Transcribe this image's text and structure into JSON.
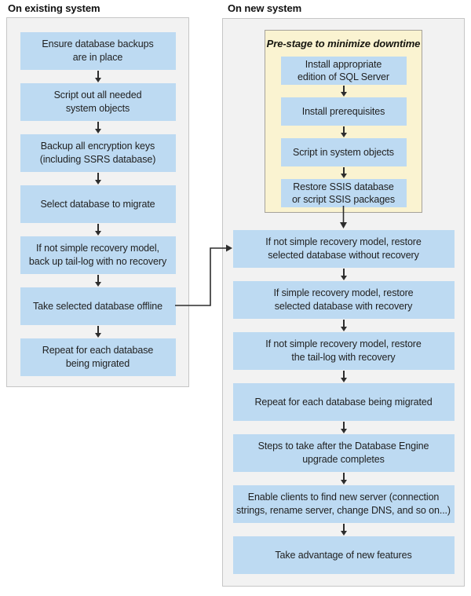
{
  "existing_system": {
    "title": "On existing system",
    "steps": [
      {
        "line1": "Ensure database backups",
        "line2": "are in place"
      },
      {
        "line1": "Script out all needed",
        "line2": "system objects"
      },
      {
        "line1": "Backup all encryption keys",
        "line2": "(including SSRS database)"
      },
      {
        "line1": "Select database to migrate"
      },
      {
        "line1": "If not simple recovery model,",
        "line2": "back up tail-log with no recovery"
      },
      {
        "line1": "Take selected database offline"
      },
      {
        "line1": "Repeat for each database",
        "line2": "being migrated"
      }
    ]
  },
  "new_system": {
    "title": "On new system",
    "prestage": {
      "title": "Pre-stage to minimize downtime",
      "steps": [
        {
          "line1": "Install appropriate",
          "line2": "edition of SQL Server"
        },
        {
          "line1": "Install prerequisites"
        },
        {
          "line1": "Script in system objects"
        },
        {
          "line1": "Restore SSIS database",
          "line2": "or script SSIS packages"
        }
      ]
    },
    "steps": [
      {
        "line1": "If not simple recovery model, restore",
        "line2": "selected database without recovery"
      },
      {
        "line1": "If simple recovery model, restore",
        "line2": "selected database with recovery"
      },
      {
        "line1": "If not simple recovery model, restore",
        "line2": "the tail-log with recovery"
      },
      {
        "line1": "Repeat for each database being migrated"
      },
      {
        "line1": "Steps to take after the Database Engine",
        "line2": "upgrade completes"
      },
      {
        "line1": "Enable clients to find new server (connection",
        "line2": "strings, rename server, change DNS, and so on...)"
      },
      {
        "line1": "Take advantage of new features"
      }
    ]
  },
  "colors": {
    "node_blue": "#bddaf2",
    "prestage_yellow": "#faf3d1",
    "prestage_border": "#a6a29a",
    "panel_gray": "#f2f2f2",
    "panel_border": "#c6c6c6",
    "arrow": "#2d2d2d",
    "text": "#1f1f1f"
  }
}
